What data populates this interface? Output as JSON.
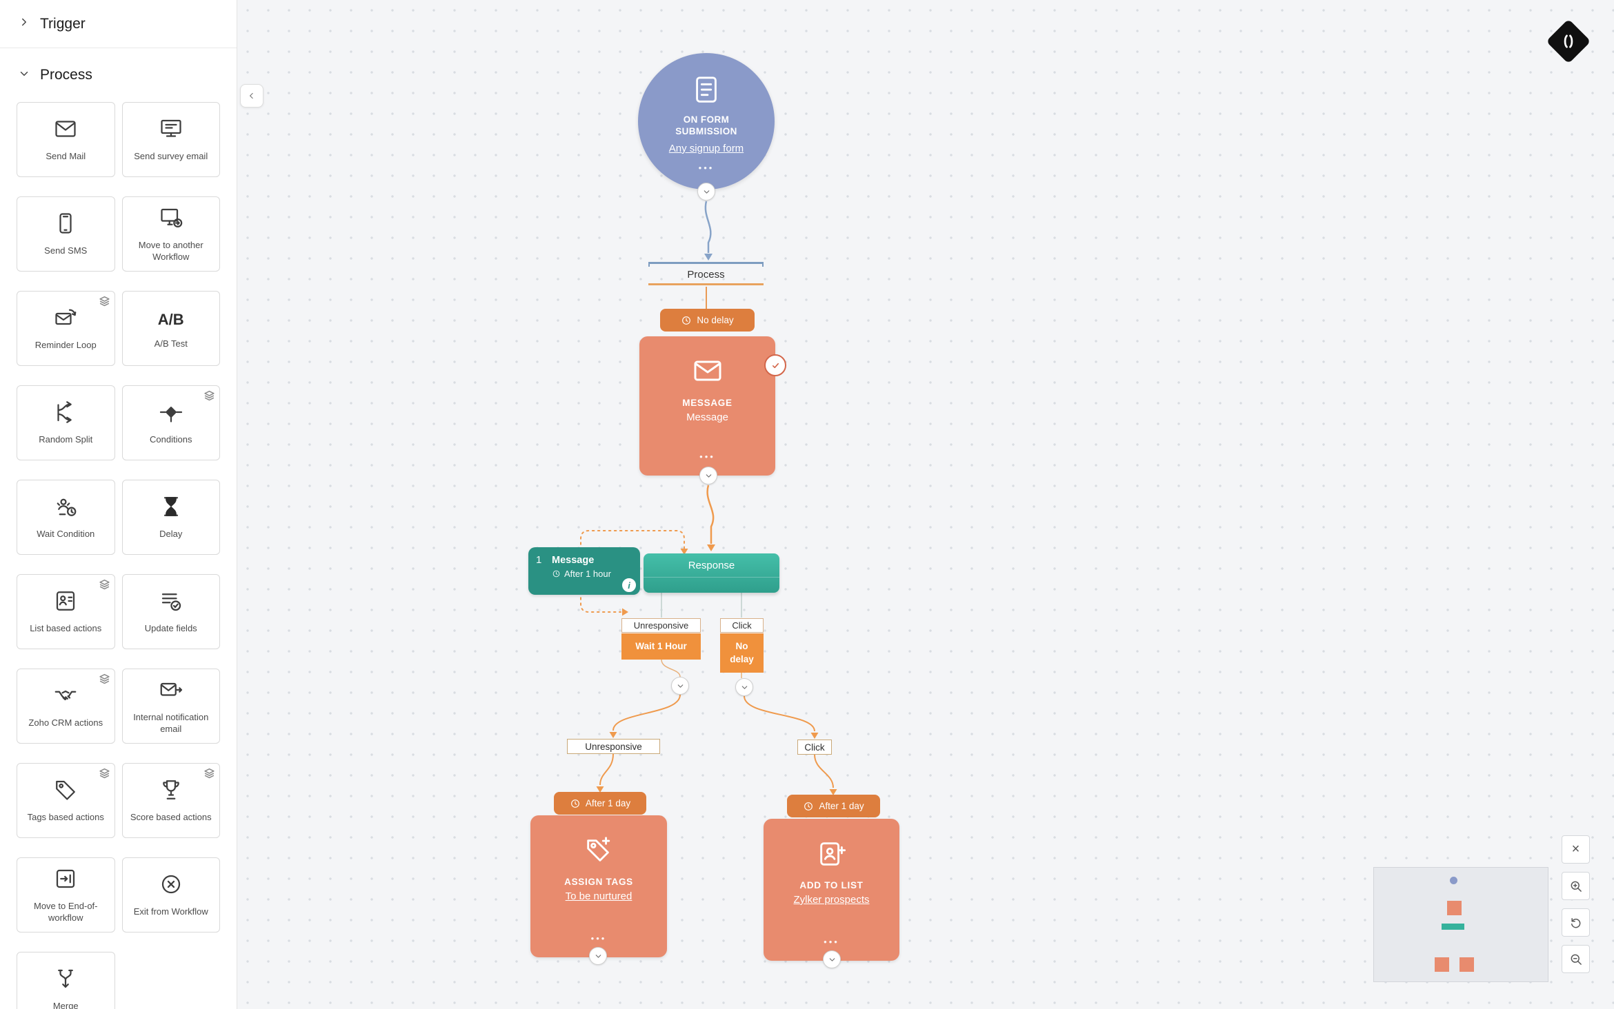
{
  "colors": {
    "canvas_bg": "#f4f5f7",
    "trigger_blue": "#8a9ac9",
    "node_salmon": "#e88b6e",
    "pill_orange": "#dd7e3e",
    "box_orange": "#f0913c",
    "response_teal": "#38b29c",
    "chip_teal": "#2a9183",
    "wire_orange": "#ef9a4d",
    "wire_blue": "#87a3c8"
  },
  "icons": {
    "info": "i",
    "close": "×"
  },
  "sidebar": {
    "sections": {
      "trigger": "Trigger",
      "process": "Process"
    },
    "ab_icon_text": "A/B",
    "items": [
      {
        "label": "Send Mail",
        "icon": "mail"
      },
      {
        "label": "Send survey email",
        "icon": "survey-monitor"
      },
      {
        "label": "Send SMS",
        "icon": "sms-phone"
      },
      {
        "label": "Move to another Workflow",
        "icon": "workflow-monitor"
      },
      {
        "label": "Reminder Loop",
        "icon": "reminder-loop",
        "stacked": true
      },
      {
        "label": "A/B Test",
        "icon": "ab-test"
      },
      {
        "label": "Random Split",
        "icon": "random-split"
      },
      {
        "label": "Conditions",
        "icon": "conditions-diamond",
        "stacked": true
      },
      {
        "label": "Wait Condition",
        "icon": "wait-condition"
      },
      {
        "label": "Delay",
        "icon": "hourglass"
      },
      {
        "label": "List based actions",
        "icon": "list-actions",
        "stacked": true
      },
      {
        "label": "Update fields",
        "icon": "update-fields"
      },
      {
        "label": "Zoho CRM actions",
        "icon": "crm-handshake",
        "stacked": true
      },
      {
        "label": "Internal notification email",
        "icon": "notification-email"
      },
      {
        "label": "Tags based actions",
        "icon": "tag",
        "stacked": true
      },
      {
        "label": "Score based actions",
        "icon": "trophy",
        "stacked": true
      },
      {
        "label": "Move to End-of-workflow",
        "icon": "end-of-workflow"
      },
      {
        "label": "Exit from Workflow",
        "icon": "exit-workflow"
      },
      {
        "label": "Merge",
        "icon": "merge"
      }
    ]
  },
  "flow": {
    "trigger": {
      "title": "ON FORM SUBMISSION",
      "link": "Any signup form",
      "menu": "•••"
    },
    "lane_label": "Process",
    "message": {
      "delay": "No delay",
      "type": "MESSAGE",
      "name": "Message",
      "menu": "•••"
    },
    "response": {
      "label": "Response"
    },
    "sent_message": {
      "index": "1",
      "title": "Message",
      "subtitle": "After 1 hour"
    },
    "branches": {
      "left": {
        "condition": "Unresponsive",
        "wait": "Wait 1 Hour",
        "path_label": "Unresponsive",
        "action_delay": "After 1 day",
        "action_type": "ASSIGN TAGS",
        "action_target": "To be nurtured",
        "menu": "•••"
      },
      "right": {
        "condition": "Click",
        "wait": "No delay",
        "path_label": "Click",
        "action_delay": "After 1 day",
        "action_type": "ADD TO LIST",
        "action_target": "Zylker prospects",
        "menu": "•••"
      }
    }
  }
}
